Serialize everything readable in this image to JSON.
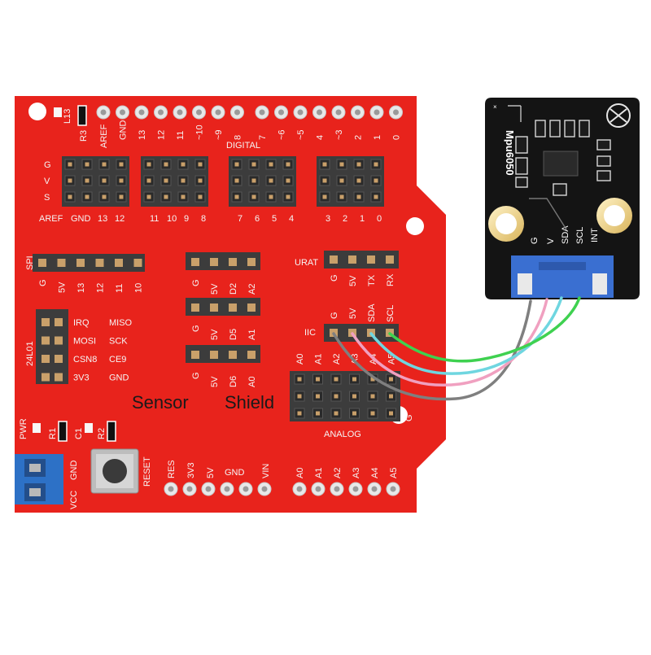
{
  "shield": {
    "title_left": "Sensor",
    "title_right": "Shield",
    "digital_label": "DIGITAL",
    "analog_label": "ANALOG",
    "top_pins": [
      "AREF",
      "GND",
      "13",
      "12",
      "11",
      "~10",
      "~9",
      "8",
      "7",
      "~6",
      "~5",
      "4",
      "~3",
      "2",
      "1",
      "0"
    ],
    "row_labels": [
      "G",
      "V",
      "S"
    ],
    "group_labels": [
      "AREF",
      "GND",
      "13",
      "12",
      "11",
      "10",
      "9",
      "8",
      "7",
      "6",
      "5",
      "4",
      "3",
      "2",
      "1",
      "0"
    ],
    "l13": "L13",
    "r3": "R3",
    "spi": {
      "label": "SPI",
      "pins": [
        "G",
        "5V",
        "13",
        "12",
        "11",
        "10"
      ]
    },
    "d2": [
      "G",
      "5V",
      "D2",
      "A2"
    ],
    "d5": [
      "G",
      "5V",
      "D5",
      "A1"
    ],
    "d6": [
      "G",
      "5V",
      "D6",
      "A0"
    ],
    "urat": {
      "label": "URAT",
      "pins": [
        "G",
        "5V",
        "TX",
        "RX"
      ]
    },
    "iic": {
      "label": "IIC",
      "pins": [
        "G",
        "5V",
        "SDA",
        "SCL"
      ]
    },
    "radio": {
      "label": "24L01",
      "rows": [
        [
          "IRQ",
          "MISO"
        ],
        [
          "MOSI",
          "SCK"
        ],
        [
          "CSN8",
          "CE9"
        ],
        [
          "3V3",
          "GND"
        ]
      ]
    },
    "analog_top": [
      "A0",
      "A1",
      "A2",
      "A3",
      "A4",
      "A5"
    ],
    "analog_g": "G",
    "pwr": "PWR",
    "r1": "R1",
    "c1": "C1",
    "r2": "R2",
    "reset": "RESET",
    "vcc": "VCC",
    "gnd_term": "GND",
    "power_pins": [
      "RES",
      "3V3",
      "5V",
      "GND",
      "VIN"
    ],
    "analog_bottom": [
      "A0",
      "A1",
      "A2",
      "A3",
      "A4",
      "A5"
    ]
  },
  "module": {
    "name": "Mpu6050",
    "pins": [
      "G",
      "V",
      "SDA",
      "SCL",
      "INT"
    ]
  },
  "colors": {
    "board": "#e8231c",
    "module": "#141414",
    "connector": "#3a6fd1",
    "wire_gray": "#7f7f7f",
    "wire_pink": "#f0a0c0",
    "wire_cyan": "#6fd6e0",
    "wire_green": "#3fd150"
  }
}
